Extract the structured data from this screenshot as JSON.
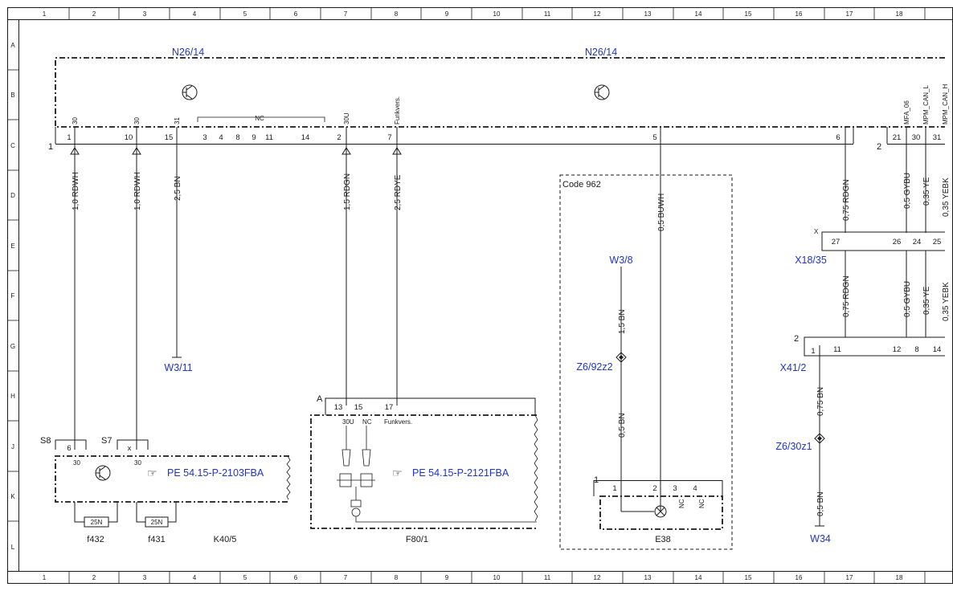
{
  "grid": {
    "columns": [
      "1",
      "2",
      "3",
      "4",
      "5",
      "6",
      "7",
      "8",
      "9",
      "10",
      "11",
      "12",
      "13",
      "14",
      "15",
      "16",
      "17",
      "18"
    ],
    "rows": [
      "A",
      "B",
      "C",
      "D",
      "E",
      "F",
      "G",
      "H",
      "J",
      "K",
      "L"
    ]
  },
  "components": {
    "n26_left": "N26/14",
    "n26_right": "N26/14",
    "k40": "K40/5",
    "f80": "F80/1",
    "e38": "E38",
    "x18": "X18/35",
    "x41": "X41/2",
    "f432": "f432",
    "f431": "f431",
    "s8": "S8",
    "s7": "S7"
  },
  "refs": {
    "w3_11": "W3/11",
    "w3_8": "W3/8",
    "z6_92": "Z6/92z2",
    "z6_30": "Z6/30z1",
    "w34": "W34",
    "pe_k40": "PE 54.15-P-2103FBA",
    "pe_f80": "PE 54.15-P-2121FBA"
  },
  "code_box": "Code 962",
  "connectors": {
    "n26_c1": "1",
    "n26_c2": "2",
    "x18_x": "X",
    "x41_2": "2",
    "f80_a": "A",
    "e38_1": "1"
  },
  "top_pins": [
    {
      "num": "1",
      "sig": "30"
    },
    {
      "num": "10",
      "sig": "30"
    },
    {
      "num": "15",
      "sig": "31"
    },
    {
      "num": "3",
      "sig": ""
    },
    {
      "num": "4",
      "sig": ""
    },
    {
      "num": "8",
      "sig": ""
    },
    {
      "num": "9",
      "sig": ""
    },
    {
      "num": "11",
      "sig": ""
    },
    {
      "num": "14",
      "sig": ""
    },
    {
      "num": "2",
      "sig": "30U"
    },
    {
      "num": "7",
      "sig": "Funkvers."
    },
    {
      "num": "5",
      "sig": ""
    },
    {
      "num": "6",
      "sig": ""
    },
    {
      "num": "21",
      "sig": "MFA_06"
    },
    {
      "num": "30",
      "sig": "MPM_CAN_L"
    },
    {
      "num": "31",
      "sig": "MPM_CAN_H"
    }
  ],
  "nc_label": "NC",
  "wires": {
    "w1": "1,0 RDWH",
    "w2": "1,0 RDWH",
    "w3": "2,5 BN",
    "w4": "1,5 RDGN",
    "w5": "2,5 RDYE",
    "w6": "0,5 BUWH",
    "w7": "0,75 RDGN",
    "w8": "0,5 GYBU",
    "w9": "0,35 YE",
    "w10": "0,35 YEBK",
    "w11": "0,75 RDGN",
    "w12": "0,5 GYBU",
    "w13": "0,35 YE",
    "w14": "0,35 YEBK",
    "w15": "1,5 BN",
    "w16": "0,5 BN",
    "w17": "0,75 BN",
    "w18": "0,5 BN"
  },
  "x18_pins": [
    "27",
    "26",
    "24",
    "25"
  ],
  "x41_pins": [
    "1",
    "11",
    "12",
    "8",
    "14"
  ],
  "f80_pins": [
    {
      "num": "13",
      "sig": "30U"
    },
    {
      "num": "15",
      "sig": "NC"
    },
    {
      "num": "17",
      "sig": "Funkvers."
    }
  ],
  "k40_pins": [
    {
      "num": "6",
      "sig": "30"
    },
    {
      "num": "x",
      "sig": "30"
    }
  ],
  "e38_pins": [
    {
      "num": "1",
      "sig": ""
    },
    {
      "num": "2",
      "sig": ""
    },
    {
      "num": "3",
      "sig": "NC"
    },
    {
      "num": "4",
      "sig": "NC"
    }
  ],
  "fuses": {
    "f432": "25N",
    "f431": "25N"
  }
}
